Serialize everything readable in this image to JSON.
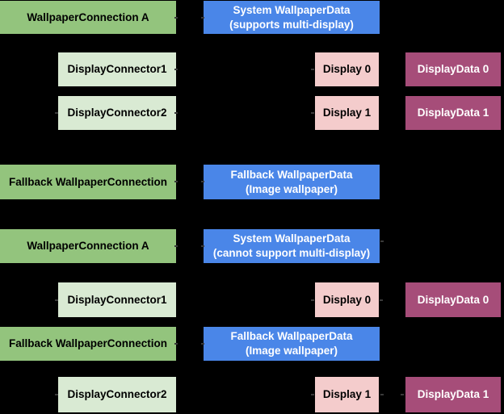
{
  "palette": {
    "bg": "#000000",
    "green": "#93C47D",
    "light_green": "#D9EAD3",
    "blue": "#4A86E8",
    "pink": "#F4CCCC",
    "magenta": "#A64D79",
    "text_dark": "#000000",
    "text_light": "#FFFFFF"
  },
  "diagram": {
    "scenario_1": {
      "wallpaper_connection_a": "WallpaperConnection A",
      "system_wallpaper_data": "System WallpaperData\n(supports multi-display)",
      "display_connector_1": "DisplayConnector1",
      "display_0": "Display 0",
      "display_data_0": "DisplayData 0",
      "display_connector_2": "DisplayConnector2",
      "display_1": "Display 1",
      "display_data_1": "DisplayData 1",
      "fallback_connection": "Fallback WallpaperConnection",
      "fallback_wallpaper_data": "Fallback WallpaperData\n(Image wallpaper)"
    },
    "scenario_2": {
      "wallpaper_connection_a": "WallpaperConnection A",
      "system_wallpaper_data": "System WallpaperData\n(cannot support multi-display)",
      "display_connector_1": "DisplayConnector1",
      "display_0": "Display 0",
      "display_data_0": "DisplayData 0",
      "fallback_connection": "Fallback WallpaperConnection",
      "fallback_wallpaper_data": "Fallback WallpaperData\n(Image wallpaper)",
      "display_connector_2": "DisplayConnector2",
      "display_1": "Display 1",
      "display_data_1": "DisplayData 1"
    }
  }
}
